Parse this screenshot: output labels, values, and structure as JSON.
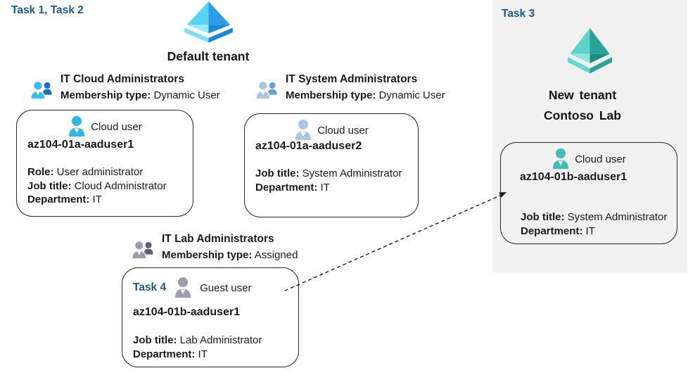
{
  "tasks": {
    "left_label": "Task 1, Task 2",
    "right_label": "Task 3",
    "task4_label": "Task 4"
  },
  "tenants": {
    "default_tenant": {
      "name": "Default tenant"
    },
    "new_tenant": {
      "line1": "New tenant",
      "line2": "Contoso Lab"
    }
  },
  "groups": [
    {
      "title": "IT Cloud Administrators",
      "membership_label": "Membership type:",
      "membership_value": " Dynamic User"
    },
    {
      "title": "IT System Administrators",
      "membership_label": "Membership type:",
      "membership_value": " Dynamic User"
    },
    {
      "title": "IT Lab Administrators",
      "membership_label": "Membership type:",
      "membership_value": " Assigned"
    }
  ],
  "users": [
    {
      "type_label": "Cloud user",
      "username": "az104-01a-aaduser1",
      "attrs": [
        {
          "label": "Role:",
          "value": " User administrator"
        },
        {
          "label": "Job title:",
          "value": " Cloud Administrator"
        },
        {
          "label": "Department:",
          "value": " IT"
        }
      ]
    },
    {
      "type_label": "Cloud user",
      "username": "az104-01a-aaduser2",
      "attrs": [
        {
          "label": "Job title:",
          "value": " System Administrator"
        },
        {
          "label": "Department:",
          "value": " IT"
        }
      ]
    },
    {
      "type_label": "Guest user",
      "username": "az104-01b-aaduser1",
      "attrs": [
        {
          "label": "Job title:",
          "value": " Lab Administrator"
        },
        {
          "label": "Department:",
          "value": " IT"
        }
      ]
    },
    {
      "type_label": "Cloud user",
      "username": "az104-01b-aaduser1",
      "attrs": [
        {
          "label": "Job title:",
          "value": " System Administrator"
        },
        {
          "label": "Department:",
          "value": " IT"
        }
      ]
    }
  ],
  "icons": {
    "default_tenant_icon": "azure-ad-pyramid-blue",
    "new_tenant_icon": "azure-ad-pyramid-teal",
    "group_icon": "two-users",
    "cloud_user_icon": "single-user",
    "guest_user_icon": "single-user",
    "invite_arrow": "dashed-arrow-right-up"
  },
  "colors": {
    "text": "#1a1a1a",
    "task-blue": "#185a8d",
    "panel-bg": "#f1f1f2",
    "box-border": "#2b2b2b",
    "arrow": "#1a1a1a",
    "ad-blue-1": "#55d4f4",
    "ad-blue-2": "#2f9de6",
    "ad-blue-3": "#9be8fa",
    "ad-blue-4": "#1b87d9",
    "ad-blue-band-l": "#7adef8",
    "ad-blue-band-r": "#1b87d9",
    "ad-teal-1": "#5bd3cc",
    "ad-teal-2": "#2aa298",
    "ad-teal-3": "#92e4df",
    "ad-teal-4": "#1f8c84",
    "ad-teal-band-l": "#66d8d1",
    "ad-teal-band-r": "#2aa39a",
    "person-cyan": "#2fb7e8",
    "person-pale": "#a9c6e8",
    "person-gray": "#9d9db1",
    "person-teal": "#45bdb5",
    "grp1-front": "#3dbbea",
    "grp1-back": "#1e6ac4",
    "grp2-front": "#a9c6e8",
    "grp2-back": "#6b9fd4",
    "grp3-front": "#9d9db1",
    "grp3-back": "#5f5f78"
  }
}
